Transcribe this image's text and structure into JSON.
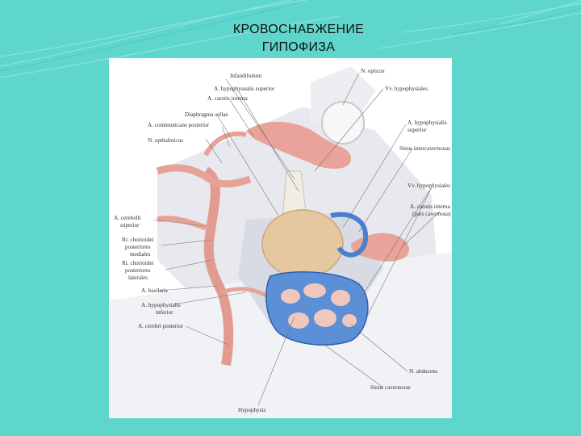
{
  "slide": {
    "title_line1": "КРОВОСНАБЖЕНИЕ",
    "title_line2": "ГИПОФИЗА",
    "background_color": "#5fd6cc"
  },
  "figure": {
    "labels_left": [
      "Infandibulum",
      "A. hypophysealis superior",
      "A. carotis interna",
      "Diaphragma sellae",
      "A. communicans posterior",
      "N. opthalmicus",
      "A. cerebelli",
      "superior",
      "Rr. chorioidei",
      "posteriores",
      "mediales",
      "Rr. chorioidei",
      "posteriores",
      "laterales",
      "A. basilaris",
      "A. hypophysialis",
      "inferior",
      "A. cerebri posterior"
    ],
    "labels_right": [
      "N. opticus",
      "Vv. hypophysiales",
      "A. hypophysialis",
      "superior",
      "Sinus intercavernosus",
      "Vv. hypophysiales",
      "A. carotis interna",
      "(pars cavernosa)",
      "N. abducens",
      "Sinus cavernosus"
    ],
    "label_bottom": "Hypophysis"
  }
}
